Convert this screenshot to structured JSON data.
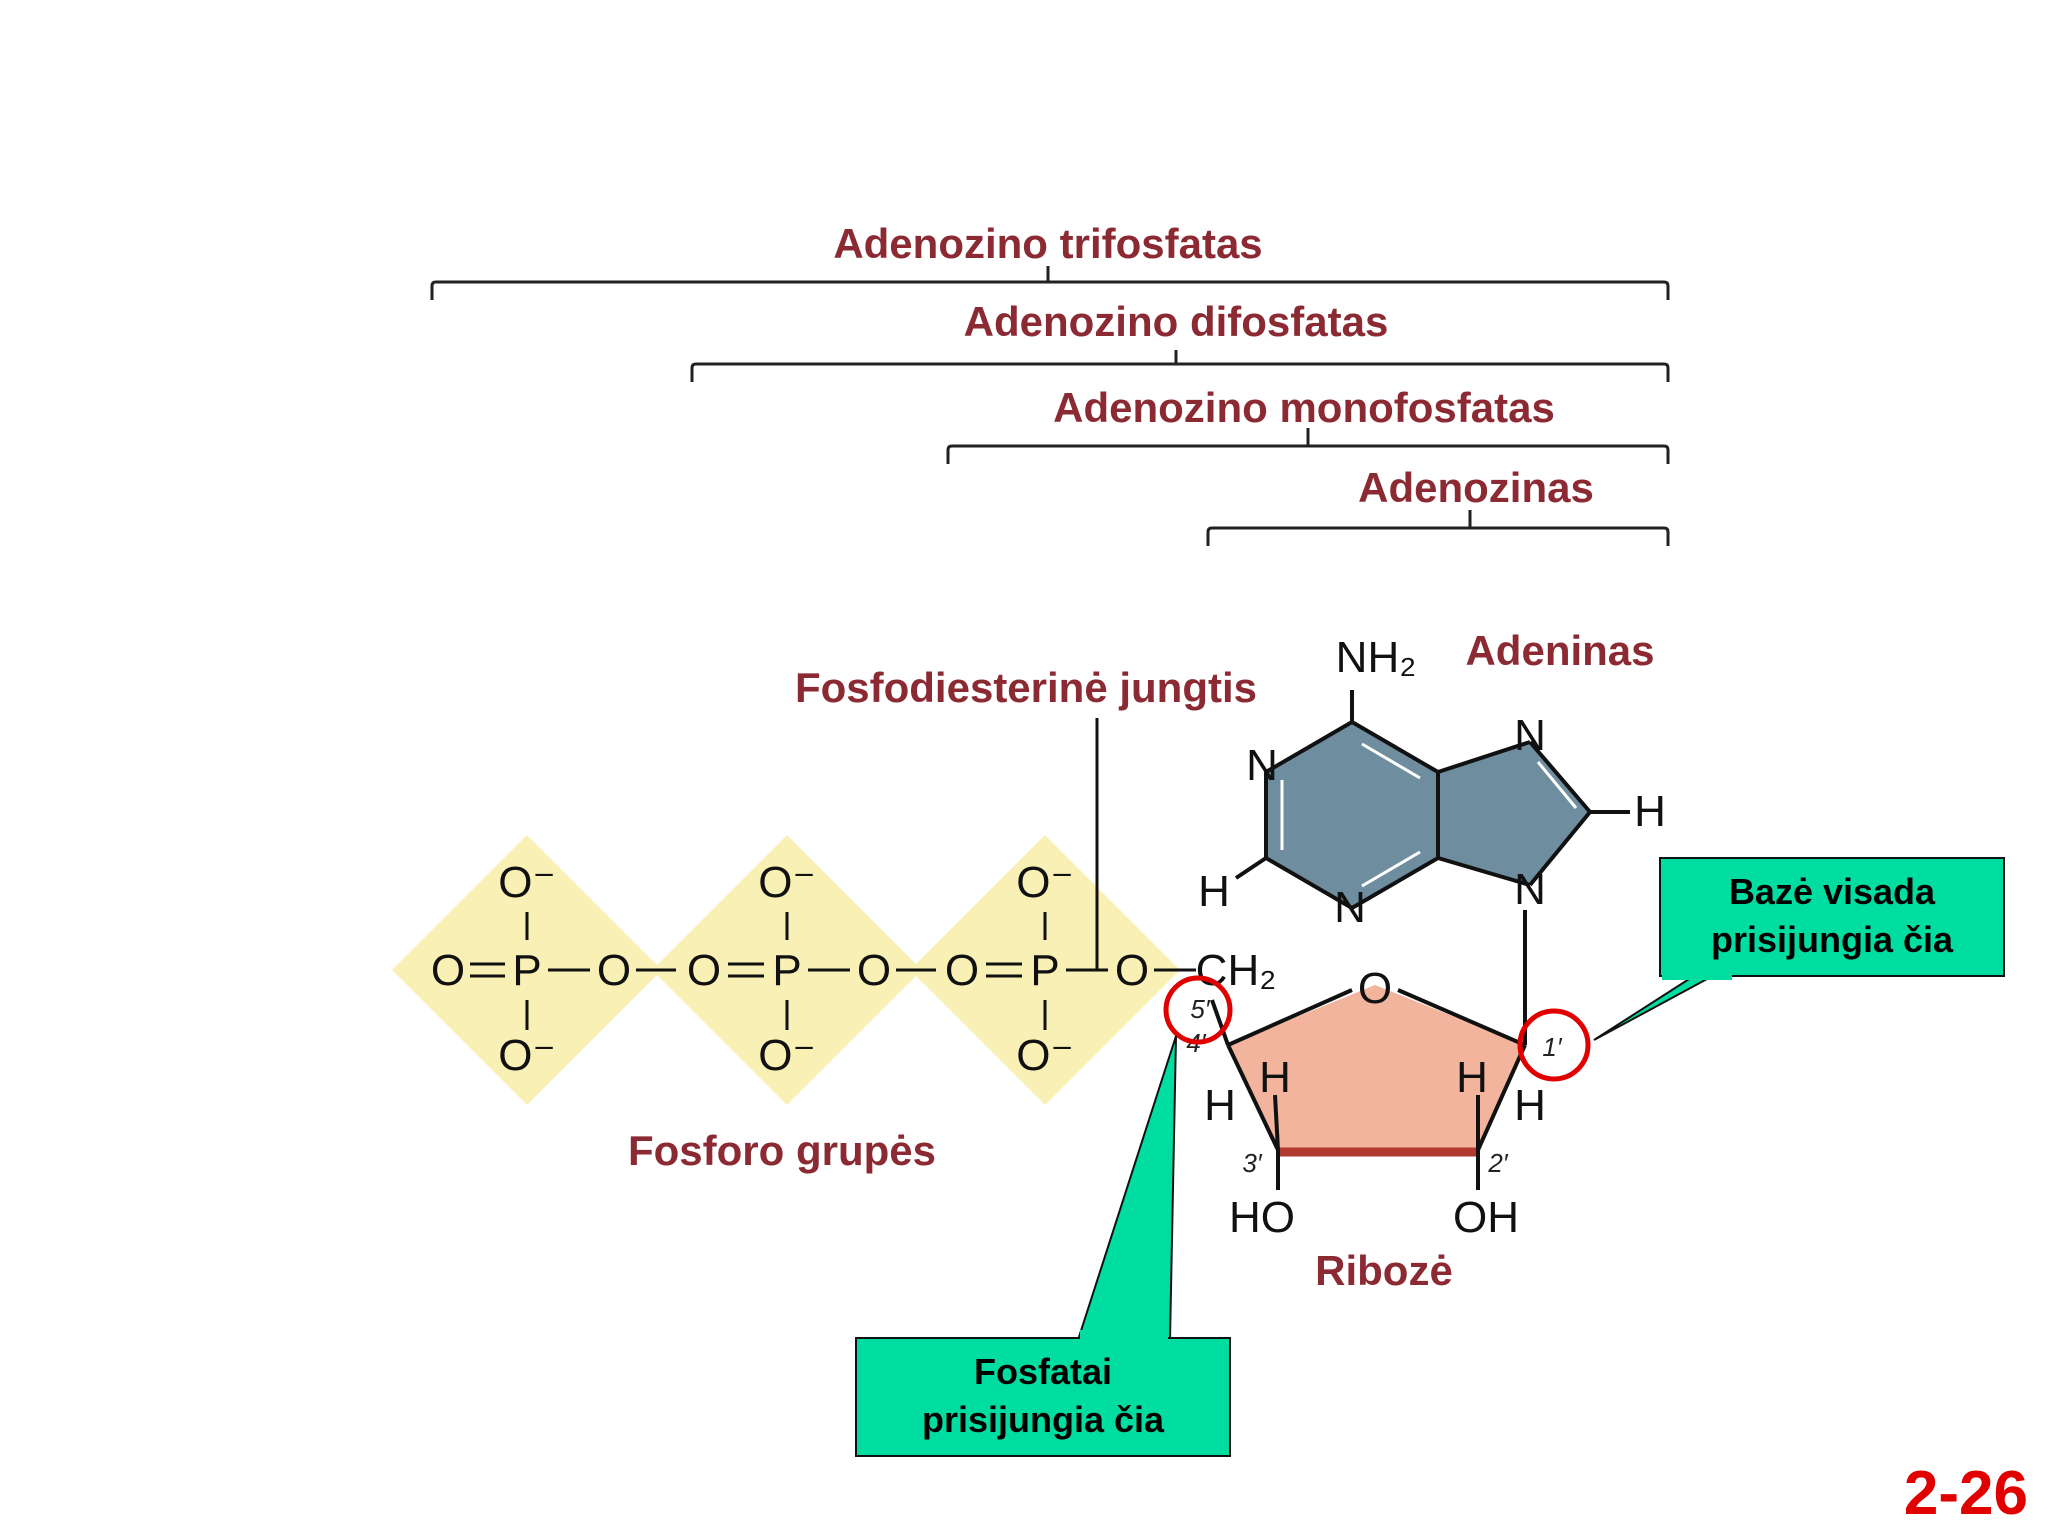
{
  "brackets": {
    "atp": "Adenozino trifosfatas",
    "adp": "Adenozino difosfatas",
    "amp": "Adenozino monofosfatas",
    "adenosine": "Adenozinas"
  },
  "labels": {
    "phosphodiester": "Fosfodiesterinė jungtis",
    "adenine": "Adeninas",
    "phosphate_groups": "Fosforo grupės",
    "ribose": "Ribozė"
  },
  "atoms": {
    "O": "O",
    "P": "P",
    "O_minus": "O⁻",
    "N": "N",
    "H": "H",
    "NH2": "NH₂",
    "CH2": "CH₂",
    "HO": "HO",
    "OH": "OH"
  },
  "ring_numbers": {
    "c5": "5′",
    "c4": "4′",
    "c3": "3′",
    "c2": "2′",
    "c1": "1′"
  },
  "callouts": {
    "base": [
      "Bazė visada",
      "prisijungia čia"
    ],
    "phosphate": [
      "Fosfatai",
      "prisijungia čia"
    ]
  },
  "slide_number": "2-26",
  "colors": {
    "label": "#8b2a33",
    "phosphate_diamond": "#f8f0b4",
    "adenine_fill": "#6e8ea0",
    "ribose_fill": "#f2b49c",
    "callout_fill": "#00dda0",
    "highlight_circle": "#e00000"
  }
}
